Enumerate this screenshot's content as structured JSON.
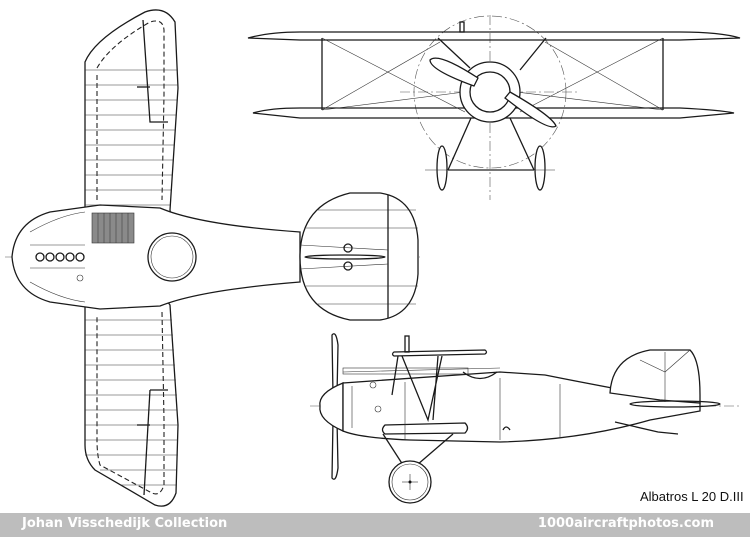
{
  "drawing": {
    "type": "three-view",
    "views": [
      "top-view",
      "front-view",
      "side-view"
    ],
    "caption": "Albatros L 20 D.III"
  },
  "footer": {
    "credit": "Johan Visschedijk Collection",
    "site": "1000aircraftphotos.com",
    "background": "#bdbdbd",
    "text_color": "#ffffff"
  }
}
